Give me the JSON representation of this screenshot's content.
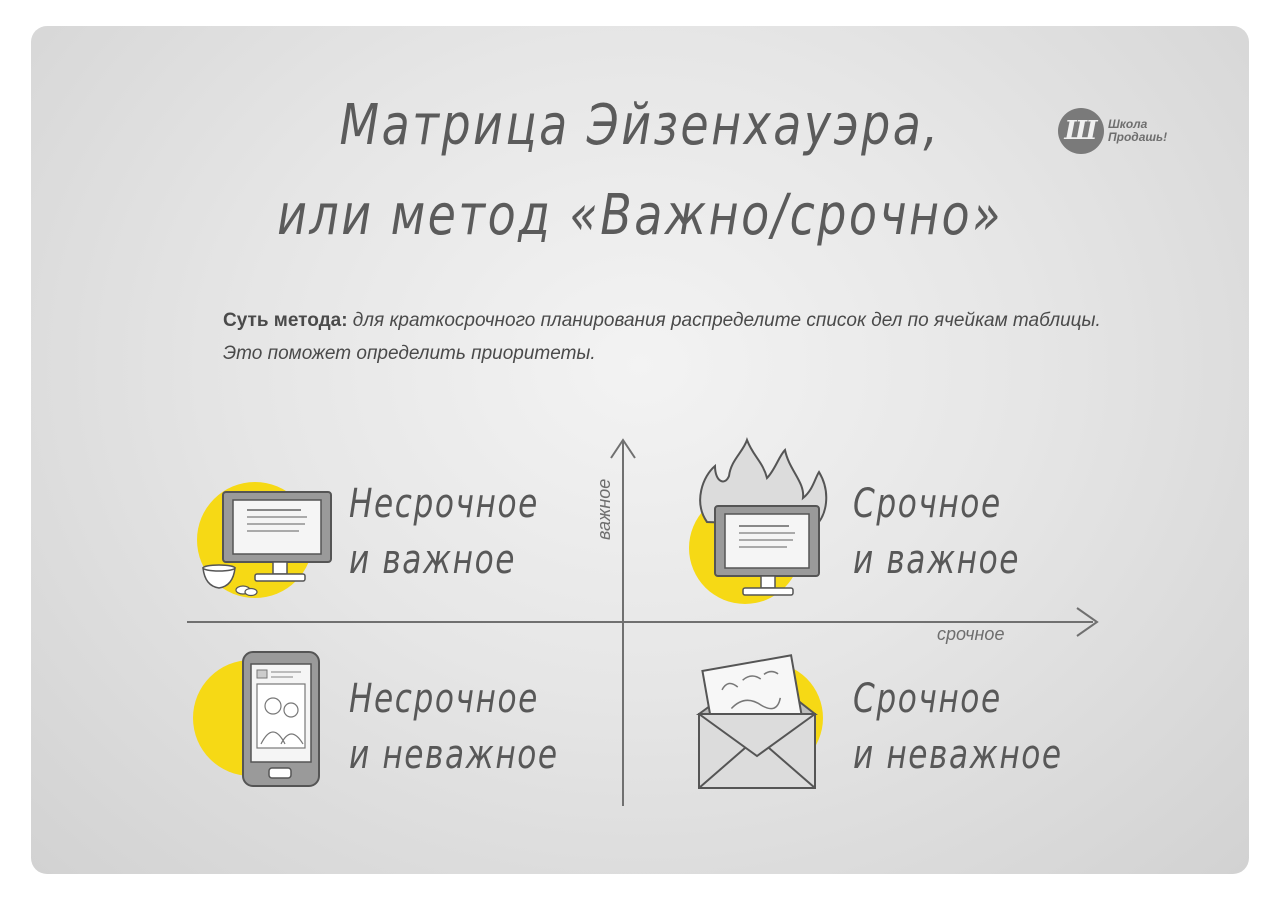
{
  "title": {
    "line1": "Матрица Эйзенхауэра,",
    "line2": "или метод «Важно/срочно»"
  },
  "logo": {
    "mark": "Ш",
    "line1": "Школа",
    "line2": "Продашь!"
  },
  "essence": {
    "label": "Суть метода:",
    "text": " для краткосрочного планирования распределите список дел по ячейкам таблицы. Это поможет определить приоритеты."
  },
  "axes": {
    "vertical": "важное",
    "horizontal": "срочное"
  },
  "quadrants": {
    "top_left": {
      "line1": "Несрочное",
      "line2": "и важное",
      "icon": "monitor-with-cup-icon"
    },
    "top_right": {
      "line1": "Срочное",
      "line2": "и важное",
      "icon": "burning-monitor-icon"
    },
    "bottom_left": {
      "line1": "Несрочное",
      "line2": "и неважное",
      "icon": "smartphone-icon"
    },
    "bottom_right": {
      "line1": "Срочное",
      "line2": "и неважное",
      "icon": "greeting-card-envelope-icon"
    }
  },
  "colors": {
    "accent": "#f6d915",
    "line": "#707070",
    "text": "#585858"
  }
}
